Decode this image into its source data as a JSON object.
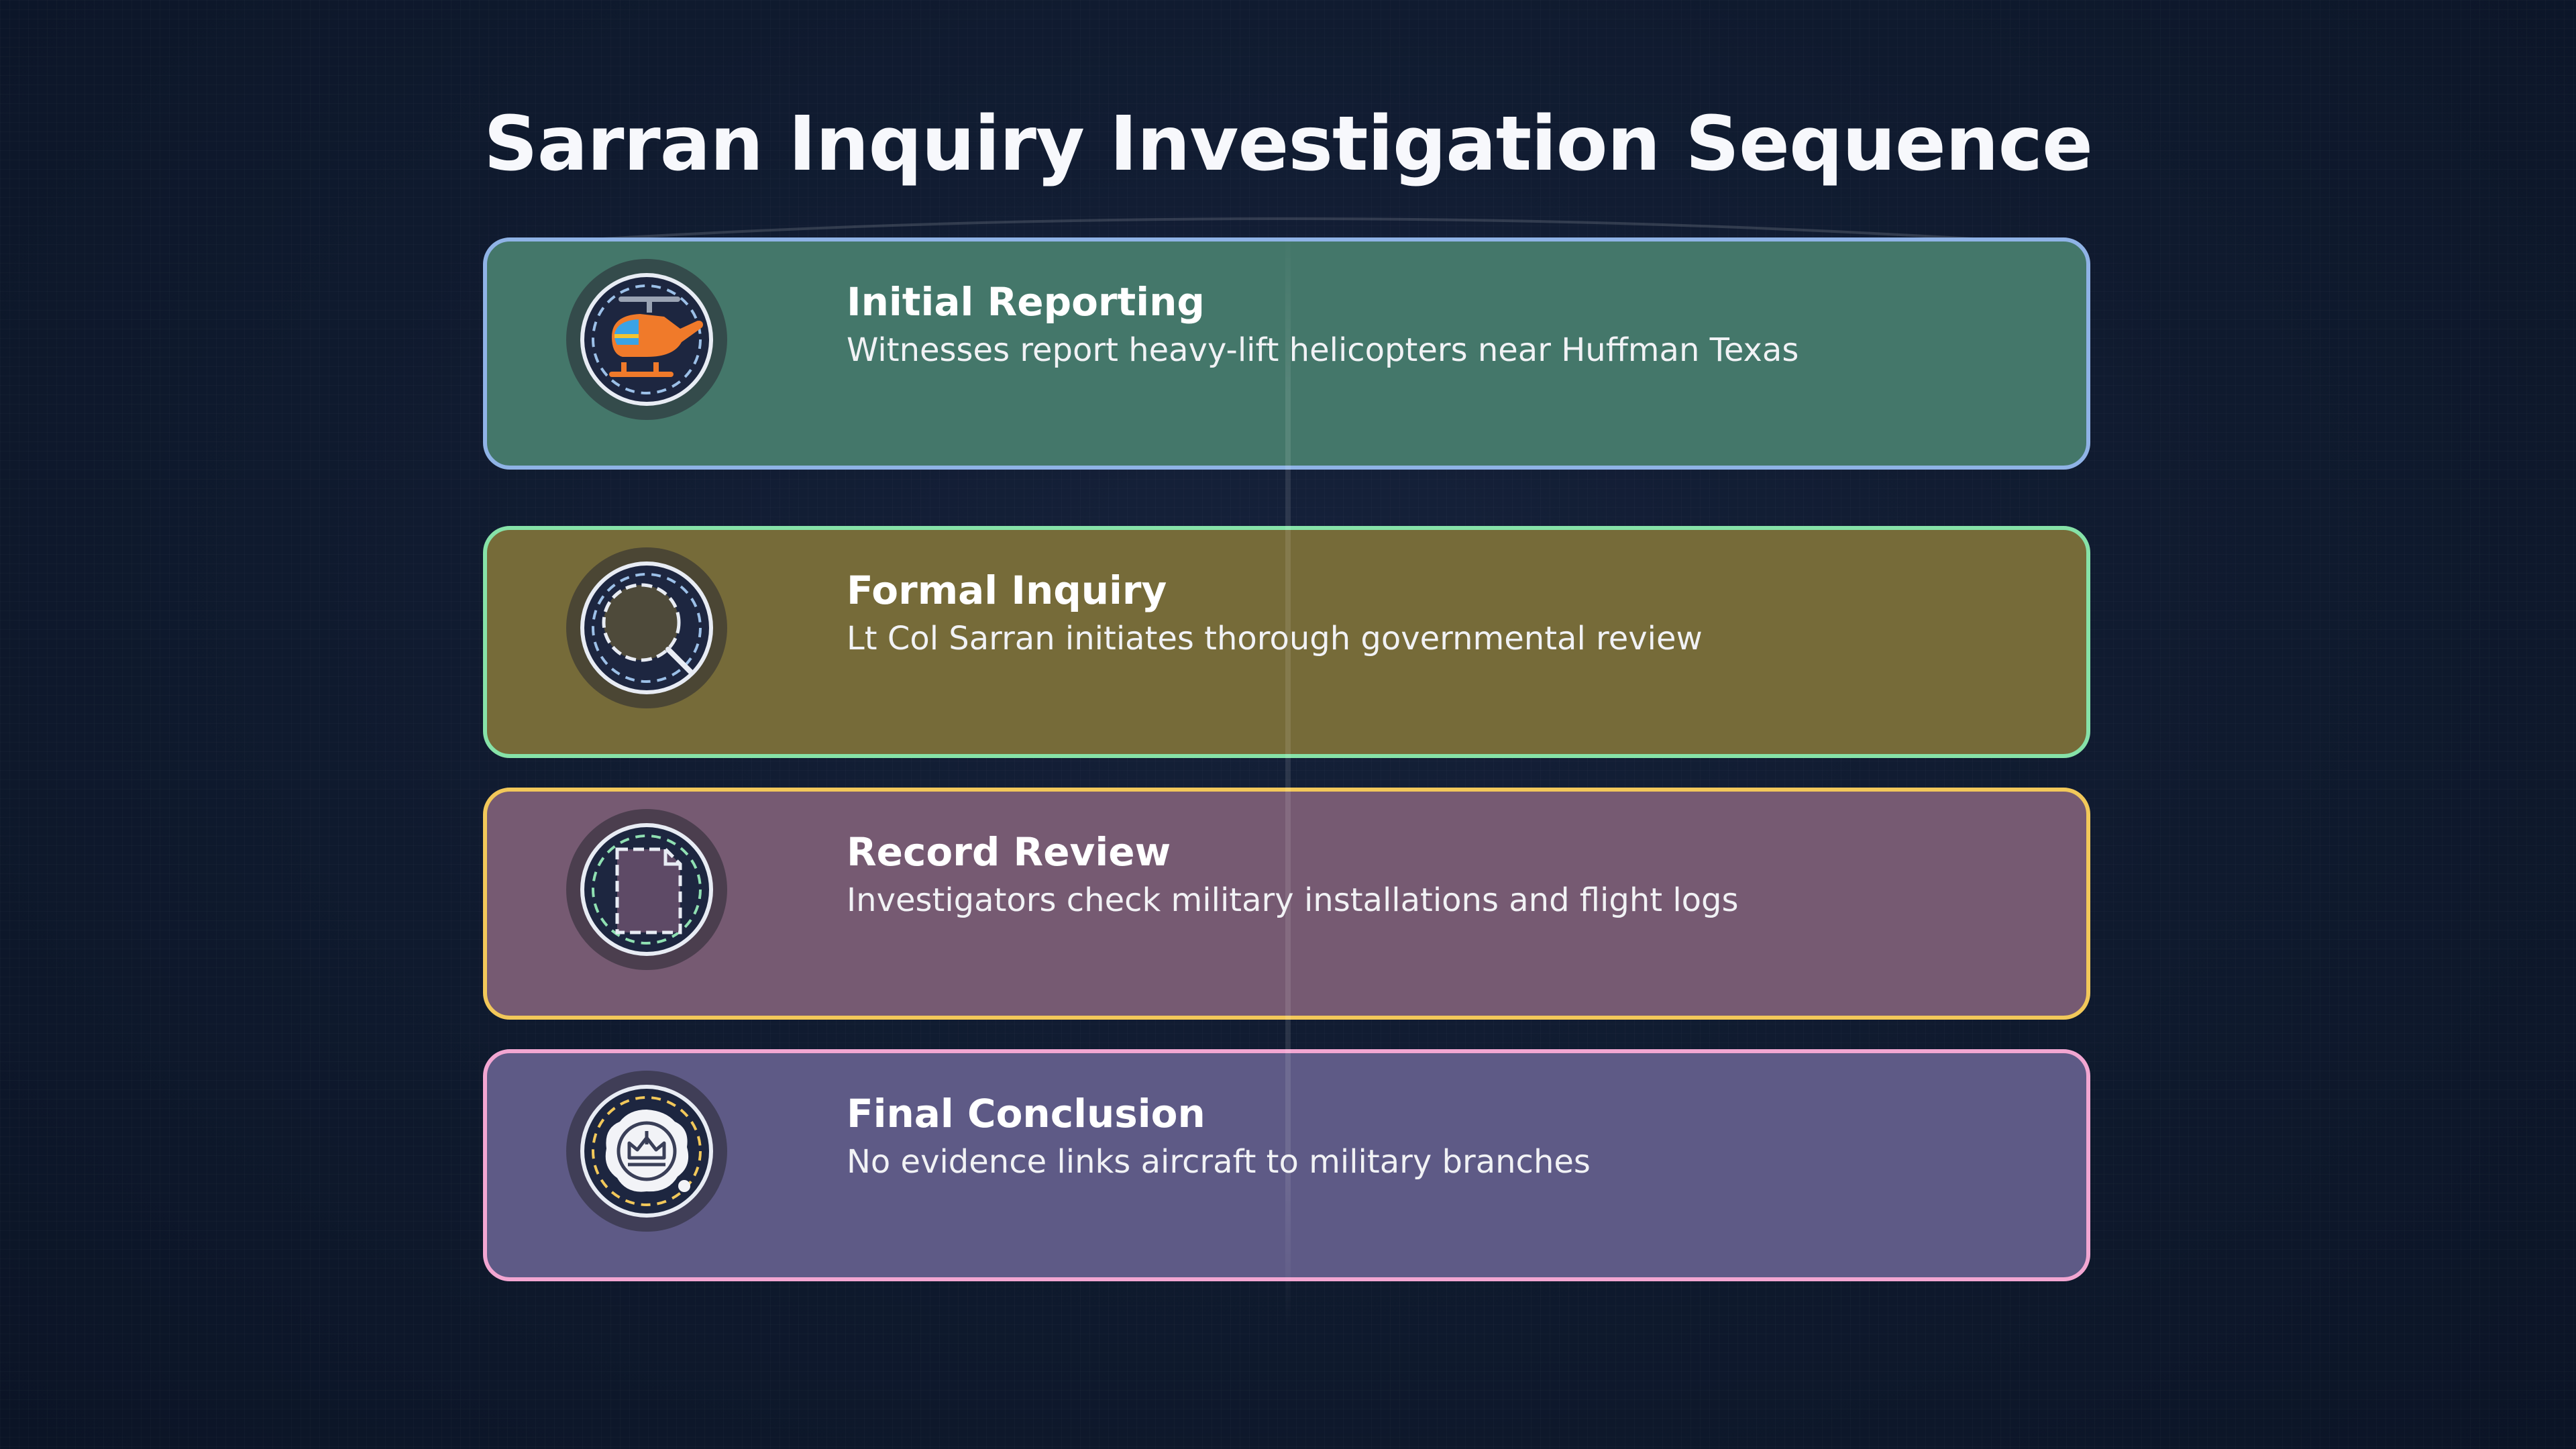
{
  "title": "Sarran Inquiry Investigation Sequence",
  "steps": [
    {
      "title": "Initial Reporting",
      "description": "Witnesses report heavy-lift helicopters near Huffman Texas",
      "icon": "helicopter-icon",
      "fill": "#44776a",
      "border": "#8fb3e6"
    },
    {
      "title": "Formal Inquiry",
      "description": "Lt Col Sarran initiates thorough governmental review",
      "icon": "magnifier-icon",
      "fill": "#766b39",
      "border": "#86e2a8"
    },
    {
      "title": "Record Review",
      "description": "Investigators check military installations and flight logs",
      "icon": "document-icon",
      "fill": "#765a72",
      "border": "#f2c85a"
    },
    {
      "title": "Final Conclusion",
      "description": "No evidence links aircraft to military branches",
      "icon": "seal-icon",
      "fill": "#5e5a86",
      "border": "#f2a6d2"
    }
  ]
}
